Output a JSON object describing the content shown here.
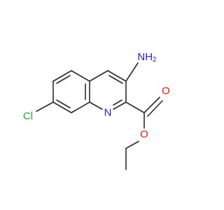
{
  "molecule": {
    "atoms": {
      "amine": "NH2",
      "amine_main": "NH",
      "amine_subscript": "2",
      "ring_nitrogen": "N",
      "chlorine": "Cl",
      "carbonyl_oxygen": "O",
      "ester_oxygen": "O"
    }
  },
  "colors": {
    "bond": "#2b2b2b",
    "nitrogen": "#1f1fd6",
    "chlorine": "#2ea043",
    "oxygen": "#e0201b",
    "background": "#ffffff"
  }
}
